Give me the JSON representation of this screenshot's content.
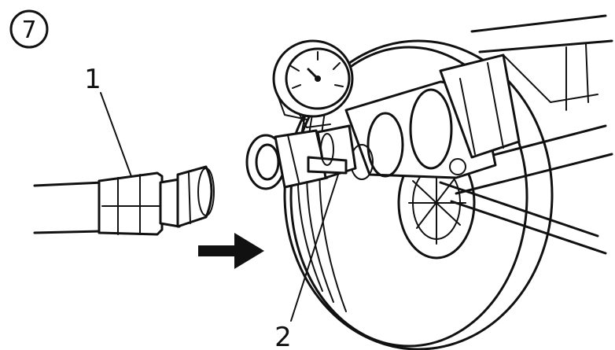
{
  "step": {
    "number": "7"
  },
  "callouts": [
    {
      "id": "1",
      "label": "1"
    },
    {
      "id": "2",
      "label": "2"
    }
  ],
  "colors": {
    "ink": "#111111",
    "background": "#ffffff"
  },
  "icons": {
    "direction": "arrow-right-icon"
  }
}
